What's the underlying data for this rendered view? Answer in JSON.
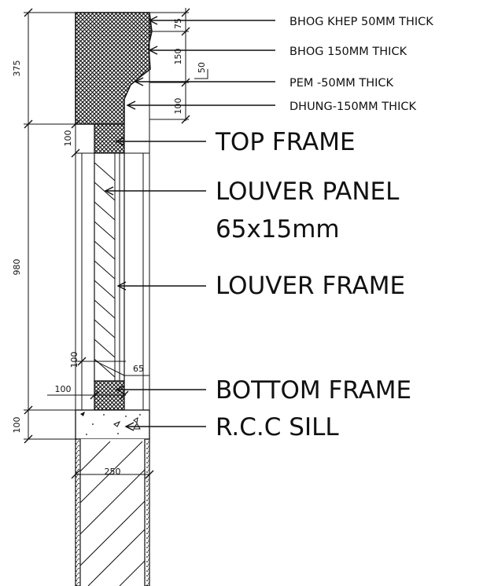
{
  "labels": {
    "bhog_khep": "BHOG KHEP 50MM THICK",
    "bhog": "BHOG 150MM THICK",
    "pem": "PEM -50MM THICK",
    "dhung": "DHUNG-150MM THICK",
    "top_frame": "TOP FRAME",
    "louver_panel": "LOUVER PANEL",
    "louver_panel_size": "65x15mm",
    "louver_frame": "LOUVER FRAME",
    "bottom_frame": "BOTTOM FRAME",
    "rcc_sill": "R.C.C SILL"
  },
  "dimensions": {
    "d375": "375",
    "d980": "980",
    "d100_sill": "100",
    "d100_top_frame": "100",
    "d100_bottom_frame_v": "100",
    "d100_bottom_frame_h": "100",
    "d65": "65",
    "d75": "75",
    "d150": "150",
    "d50": "50",
    "d100_dhung": "100",
    "d250": "250"
  }
}
